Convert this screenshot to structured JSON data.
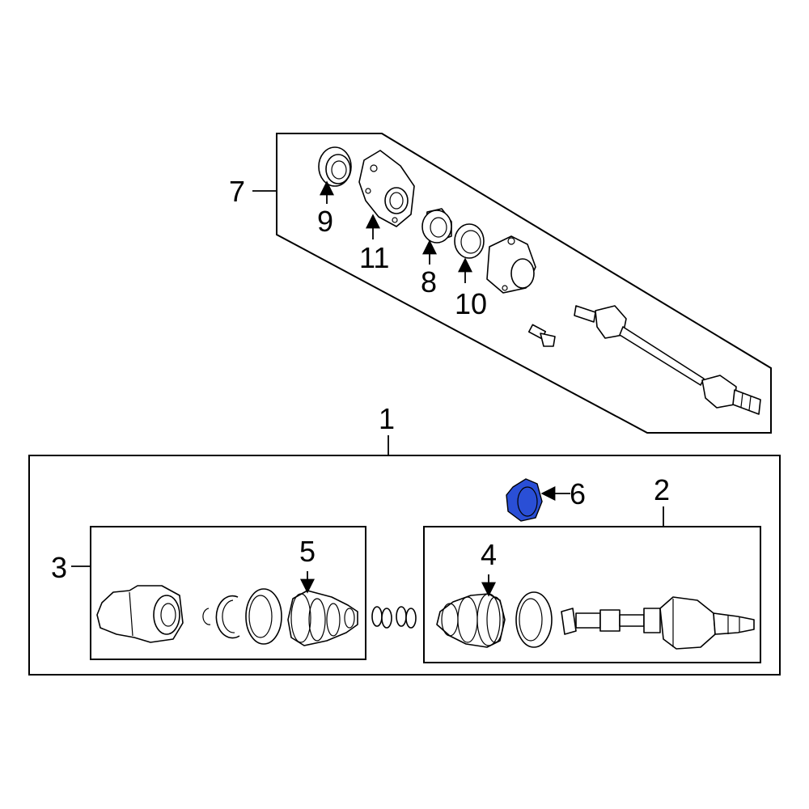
{
  "diagram": {
    "callouts": {
      "c1": "1",
      "c2": "2",
      "c3": "3",
      "c4": "4",
      "c5": "5",
      "c6": "6",
      "c7": "7",
      "c8": "8",
      "c9": "9",
      "c10": "10",
      "c11": "11"
    },
    "highlight_color": "#2a4fd6",
    "line_color": "#000000",
    "background": "#ffffff"
  }
}
